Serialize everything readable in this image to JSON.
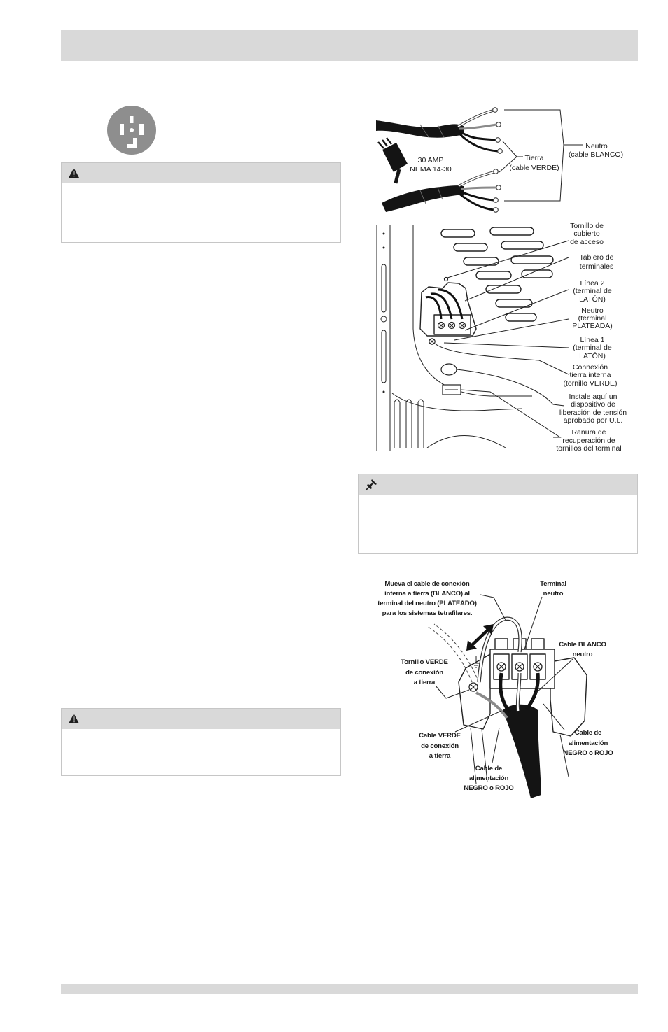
{
  "icons": {
    "outlet": "outlet-receptacle-icon",
    "warning": "warning-triangle-icon",
    "note": "pushpin-icon"
  },
  "colors": {
    "bar_gray": "#d9d9d9",
    "box_border": "#c6c6c6",
    "outlet_gray": "#8e8e8e",
    "ink": "#1a1a1a"
  },
  "cord_diagram": {
    "plug_label": [
      "30 AMP",
      "NEMA 14-30"
    ],
    "ground_label": [
      "Tierra",
      "(cable VERDE)"
    ],
    "neutral_label": [
      "Neutro",
      "(cable BLANCO)"
    ]
  },
  "terminal_diagram": {
    "access_screw": [
      "Tornillo de",
      "cubierto",
      "de acceso"
    ],
    "terminal_board": [
      "Tablero de",
      "terminales"
    ],
    "line2": [
      "Línea 2",
      "(terminal de",
      "LATÓN)"
    ],
    "neutral": [
      "Neutro",
      "(terminal",
      "PLATEADA)"
    ],
    "line1": [
      "Línea 1",
      "(terminal de",
      "LATÓN)"
    ],
    "ground": [
      "Connexión",
      "tierra interna",
      "(tornillo VERDE)"
    ],
    "strain_relief": [
      "Instale aquí un",
      "dispositivo de",
      "liberación de tensión",
      "aprobado por U.L."
    ],
    "screw_slot": [
      "Ranura de",
      "recuperación de",
      "tornillos del terminal"
    ]
  },
  "wiring_diagram": {
    "move_wire": [
      "Mueva el cable de conexión",
      "interna a tierra (BLANCO) al",
      "terminal del neutro (PLATEADO)",
      "para los sistemas tetrafilares."
    ],
    "neutral_terminal": [
      "Terminal",
      "neutro"
    ],
    "white_neutral": [
      "Cable BLANCO",
      "neutro"
    ],
    "green_screw": [
      "Tornillo VERDE",
      "de conexión",
      "a tierra"
    ],
    "power_right": [
      "Cable de",
      "alimentación",
      "NEGRO o ROJO"
    ],
    "green_wire": [
      "Cable VERDE",
      "de conexión",
      "a tierra"
    ],
    "power_left": [
      "Cable de",
      "alimentación",
      "NEGRO o ROJO"
    ]
  }
}
